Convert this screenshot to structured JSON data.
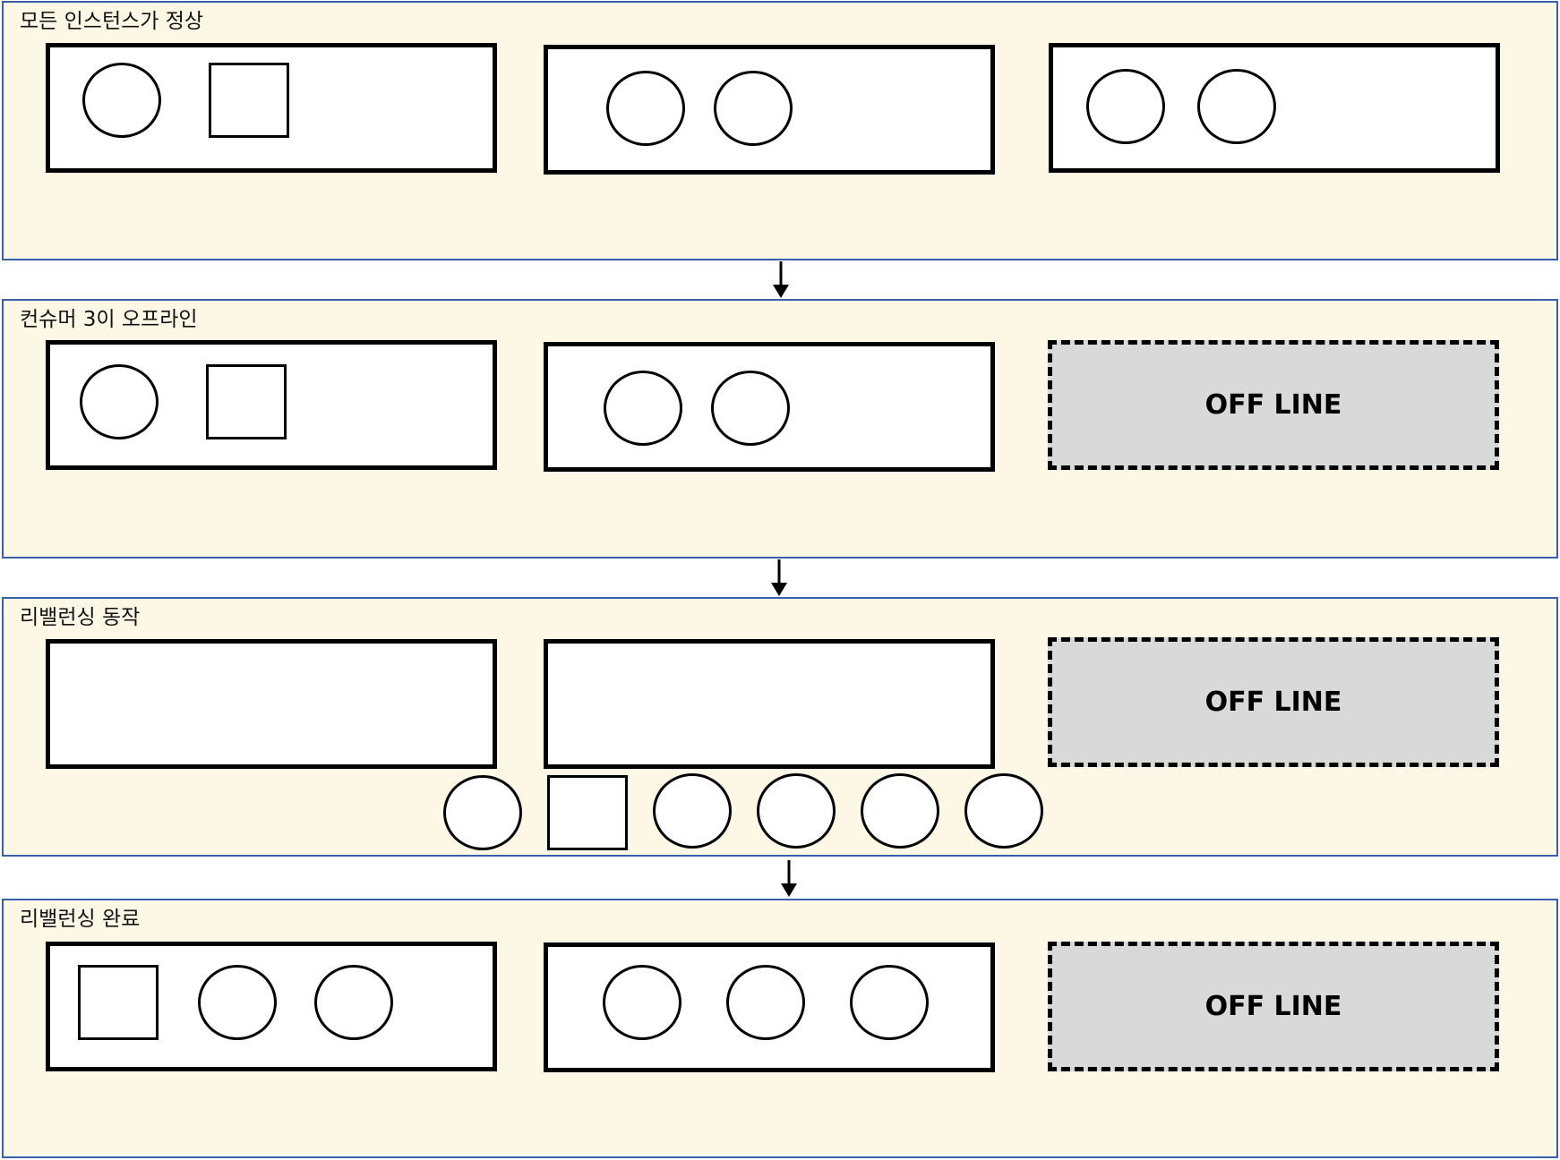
{
  "diagram": {
    "stages": [
      {
        "title": "모든 인스턴스가 정상"
      },
      {
        "title": "컨슈머 3이 오프라인"
      },
      {
        "title": "리밸런싱 동작"
      },
      {
        "title": "리밸런싱 완료"
      }
    ],
    "offline_label": "OFF LINE"
  }
}
